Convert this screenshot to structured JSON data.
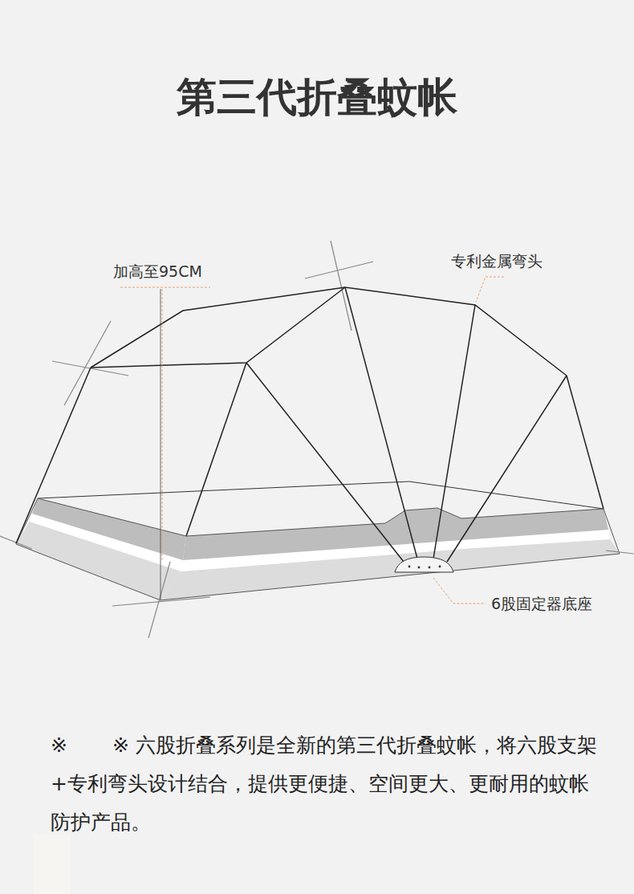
{
  "diagram": {
    "title": "第三代折叠蚊帐",
    "labels": [
      "加高至95CM",
      "专利金属弯头",
      "6股固定器底座",
      "※",
      "※ 六股折叠系列是全新的第三代折叠蚊帐，将六股支架+专利弯头设计结合，提供更便捷、空间更大、更耐用的蚊帐防护产品。"
    ]
  }
}
